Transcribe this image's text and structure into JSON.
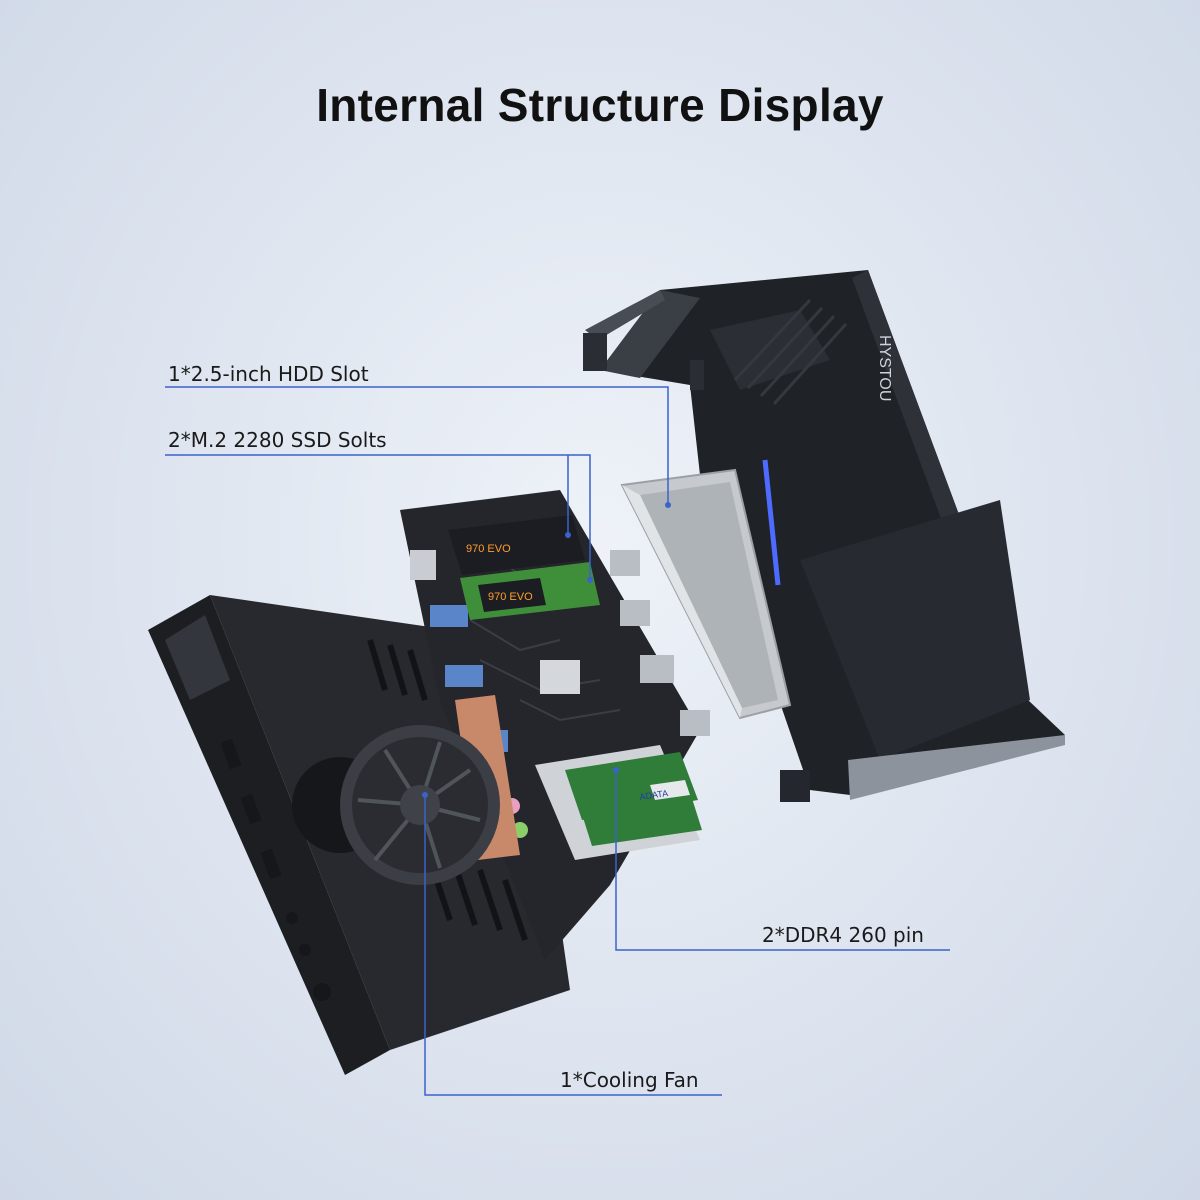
{
  "title": "Internal Structure Display",
  "brand_text": "HYSTOU",
  "annotations": {
    "hdd": "1*2.5-inch HDD Slot",
    "ssd": "2*M.2 2280 SSD Solts",
    "ram": "2*DDR4 260 pin",
    "fan": "1*Cooling Fan"
  },
  "ssd_label_text": "970 EVO",
  "ram_brand_text": "ADATA",
  "colors": {
    "leader_line": "#3a62c9",
    "case_dark": "#24272d",
    "led_blue": "#4f6bff",
    "copper": "#c8896a",
    "ssd_green": "#3f8f3a"
  }
}
